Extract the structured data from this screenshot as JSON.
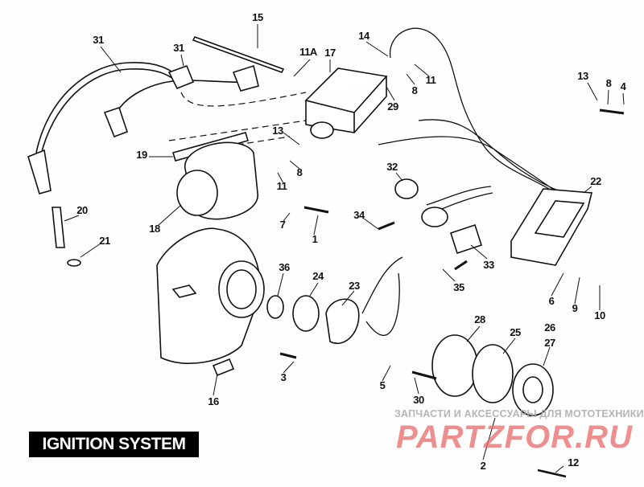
{
  "title": "IGNITION SYSTEM",
  "watermark": {
    "tagline": "ЗАПЧАСТИ И АКСЕССУАРЫ ДЛЯ МОТОТЕХНИКИ",
    "brand": "PARTZFOR.RU"
  },
  "callouts": [
    "15",
    "31",
    "31",
    "11A",
    "17",
    "14",
    "11",
    "8",
    "29",
    "13",
    "8",
    "4",
    "13",
    "8",
    "19",
    "11",
    "32",
    "22",
    "20",
    "18",
    "7",
    "1",
    "34",
    "21",
    "33",
    "35",
    "36",
    "24",
    "23",
    "6",
    "9",
    "10",
    "28",
    "25",
    "26",
    "27",
    "3",
    "5",
    "30",
    "16",
    "2",
    "12"
  ]
}
